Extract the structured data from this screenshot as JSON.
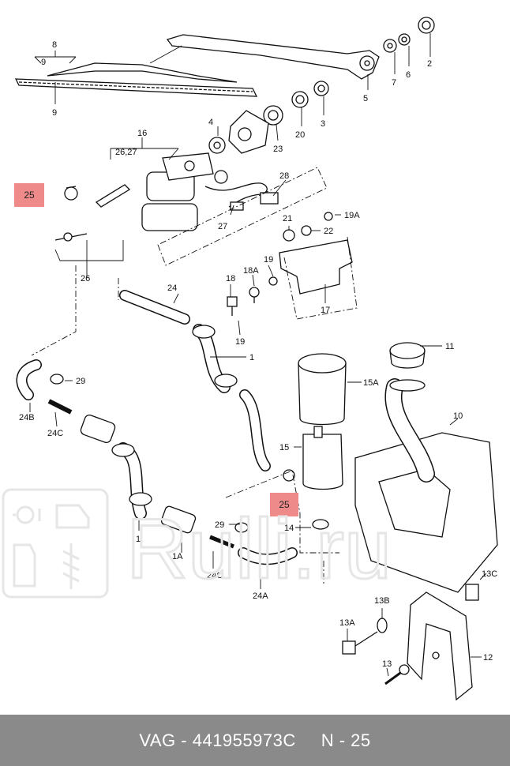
{
  "footer": {
    "part_number": "VAG - 441955973C",
    "page": "N - 25"
  },
  "watermark": "Rulli.ru",
  "highlights": [
    "25",
    "25"
  ],
  "callouts": {
    "c8": "8",
    "c9a": "9",
    "c9b": "9",
    "c5": "5",
    "c2": "2",
    "c6": "6",
    "c7": "7",
    "c3": "3",
    "c20": "20",
    "c23": "23",
    "c4": "4",
    "c16": "16",
    "c2627": "26,27",
    "c28": "28",
    "c27": "27",
    "c19a": "19A",
    "c21": "21",
    "c22": "22",
    "c19b": "19",
    "c18a": "18A",
    "c18": "18",
    "c17": "17",
    "c19c": "19",
    "c26": "26",
    "c24": "24",
    "c1a": "1",
    "c29a": "29",
    "c24b": "24B",
    "c24c": "24C",
    "c11": "11",
    "c15a": "15A",
    "c10": "10",
    "c15": "15",
    "c14": "14",
    "c1b": "1",
    "c1A": "1A",
    "c29b": "29",
    "c24c2": "24C",
    "c24a": "24A",
    "c13c": "13C",
    "c13b": "13B",
    "c13a": "13A",
    "c12": "12",
    "c13": "13"
  }
}
